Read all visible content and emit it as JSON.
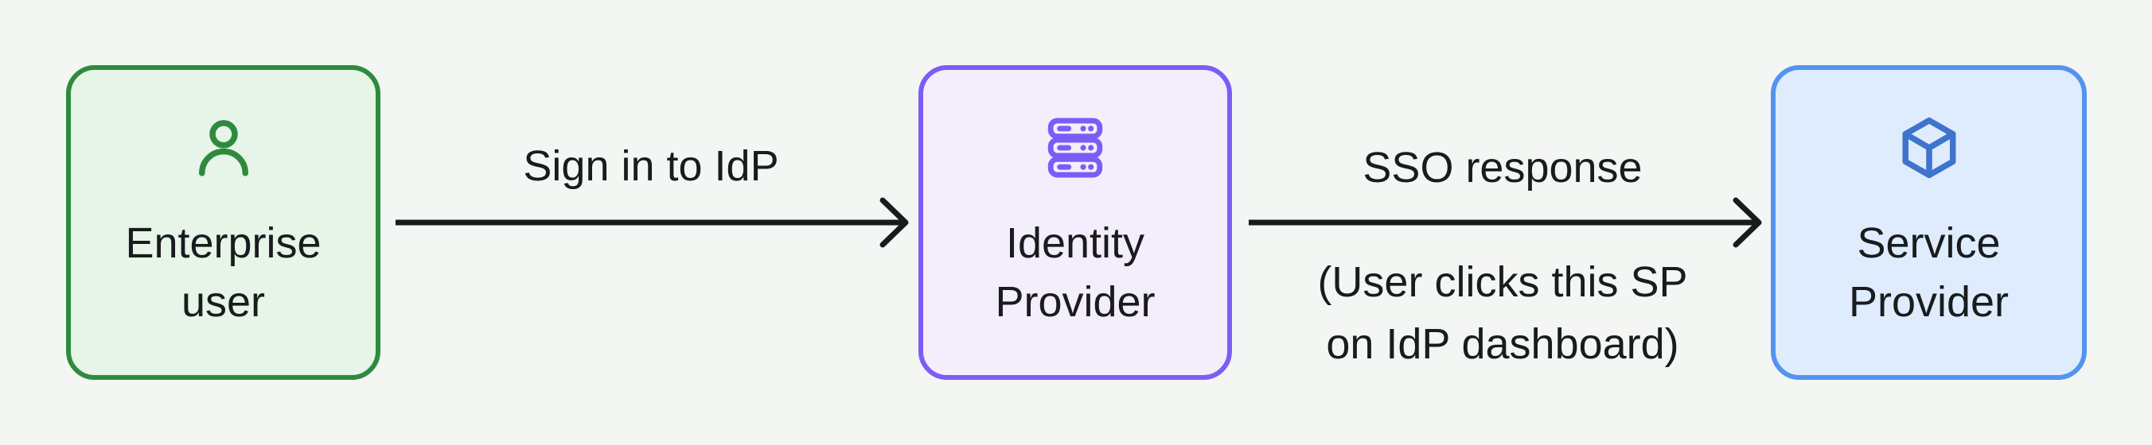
{
  "diagram": {
    "background_color": "#f4f6f4",
    "text_color": "#191c1e",
    "arrow_color": "#191c1e",
    "nodes": [
      {
        "id": "enterprise-user",
        "label": "Enterprise user",
        "icon": "user-icon",
        "fill_color": "#e7f4e8",
        "border_color": "#2e8b3e",
        "icon_color": "#2e8b3e"
      },
      {
        "id": "identity-provider",
        "label": "Identity Provider",
        "icon": "server-icon",
        "fill_color": "#f4eefc",
        "border_color": "#7c5cf6",
        "icon_color": "#7c5cf6"
      },
      {
        "id": "service-provider",
        "label": "Service Provider",
        "icon": "cube-icon",
        "fill_color": "#dfecfd",
        "border_color": "#5494f0",
        "icon_color": "#3e74cd"
      }
    ],
    "arrows": [
      {
        "from": "enterprise-user",
        "to": "identity-provider",
        "label": "Sign in to IdP"
      },
      {
        "from": "identity-provider",
        "to": "service-provider",
        "label": "SSO response",
        "caption_line1": "(User clicks this SP",
        "caption_line2": "on IdP dashboard)"
      }
    ]
  }
}
